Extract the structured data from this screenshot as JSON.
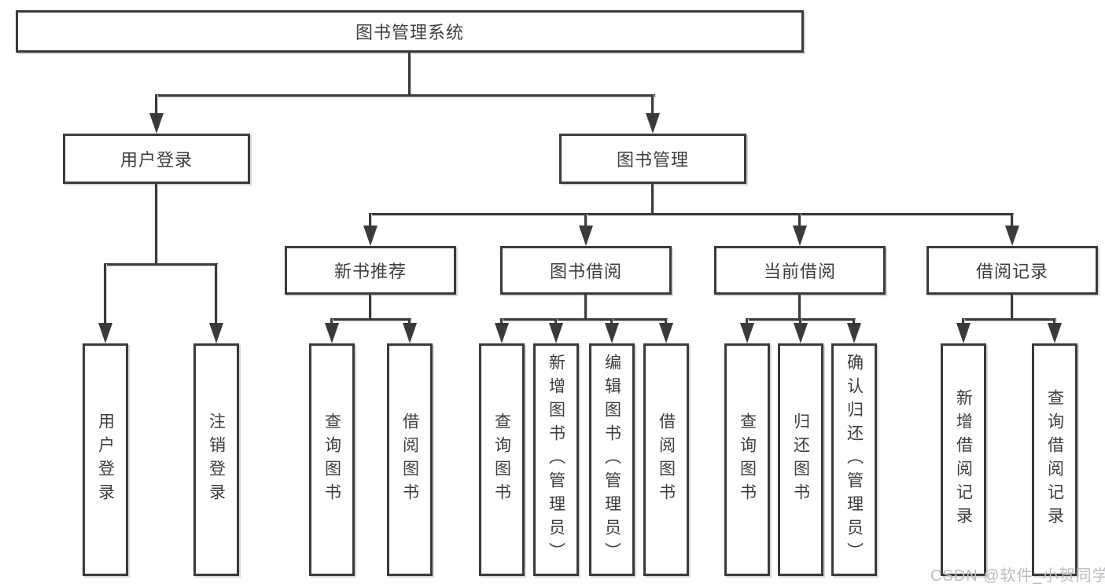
{
  "diagram": {
    "type": "hierarchy-tree",
    "root": {
      "label": "图书管理系统"
    },
    "branches": [
      {
        "label": "用户登录",
        "children": [
          {
            "label": "用户登录"
          },
          {
            "label": "注销登录"
          }
        ]
      },
      {
        "label": "图书管理",
        "children": [
          {
            "label": "新书推荐",
            "children": [
              {
                "label": "查询图书"
              },
              {
                "label": "借阅图书"
              }
            ]
          },
          {
            "label": "图书借阅",
            "children": [
              {
                "label": "查询图书"
              },
              {
                "label": "新增图书（管理员）"
              },
              {
                "label": "编辑图书（管理员）"
              },
              {
                "label": "借阅图书"
              }
            ]
          },
          {
            "label": "当前借阅",
            "children": [
              {
                "label": "查询图书"
              },
              {
                "label": "归还图书"
              },
              {
                "label": "确认归还（管理员）"
              }
            ]
          },
          {
            "label": "借阅记录",
            "children": [
              {
                "label": "新增借阅记录"
              },
              {
                "label": "查询借阅记录"
              }
            ]
          }
        ]
      }
    ]
  },
  "watermark": {
    "text": "CSDN @软件_小贺同学"
  },
  "colors": {
    "line": "#3a3a3a",
    "text": "#3d3d3d",
    "background": "#ffffff",
    "watermark": "#b9bdc2"
  }
}
